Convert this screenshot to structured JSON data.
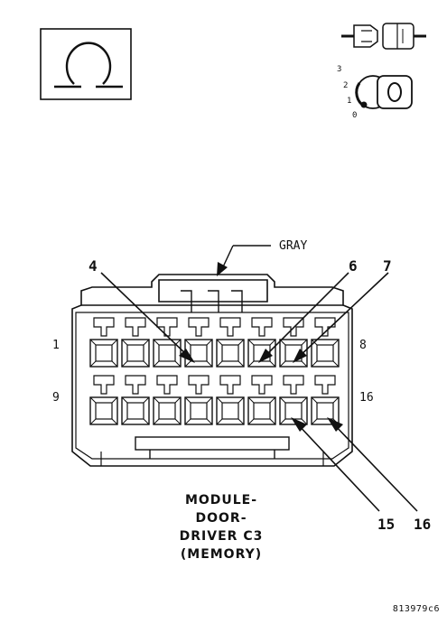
{
  "wire_color": "GRAY",
  "callouts": [
    "4",
    "6",
    "7",
    "15",
    "16"
  ],
  "row_labels": {
    "top_left": "1",
    "top_right": "8",
    "bottom_left": "9",
    "bottom_right": "16"
  },
  "detail_numbers": [
    "3",
    "2",
    "1",
    "0"
  ],
  "caption": [
    "MODULE-",
    "DOOR-",
    "DRIVER C3",
    "(MEMORY)"
  ],
  "figure_id": "813979c6",
  "connector": {
    "rows": 2,
    "cavities_per_row": 8
  }
}
